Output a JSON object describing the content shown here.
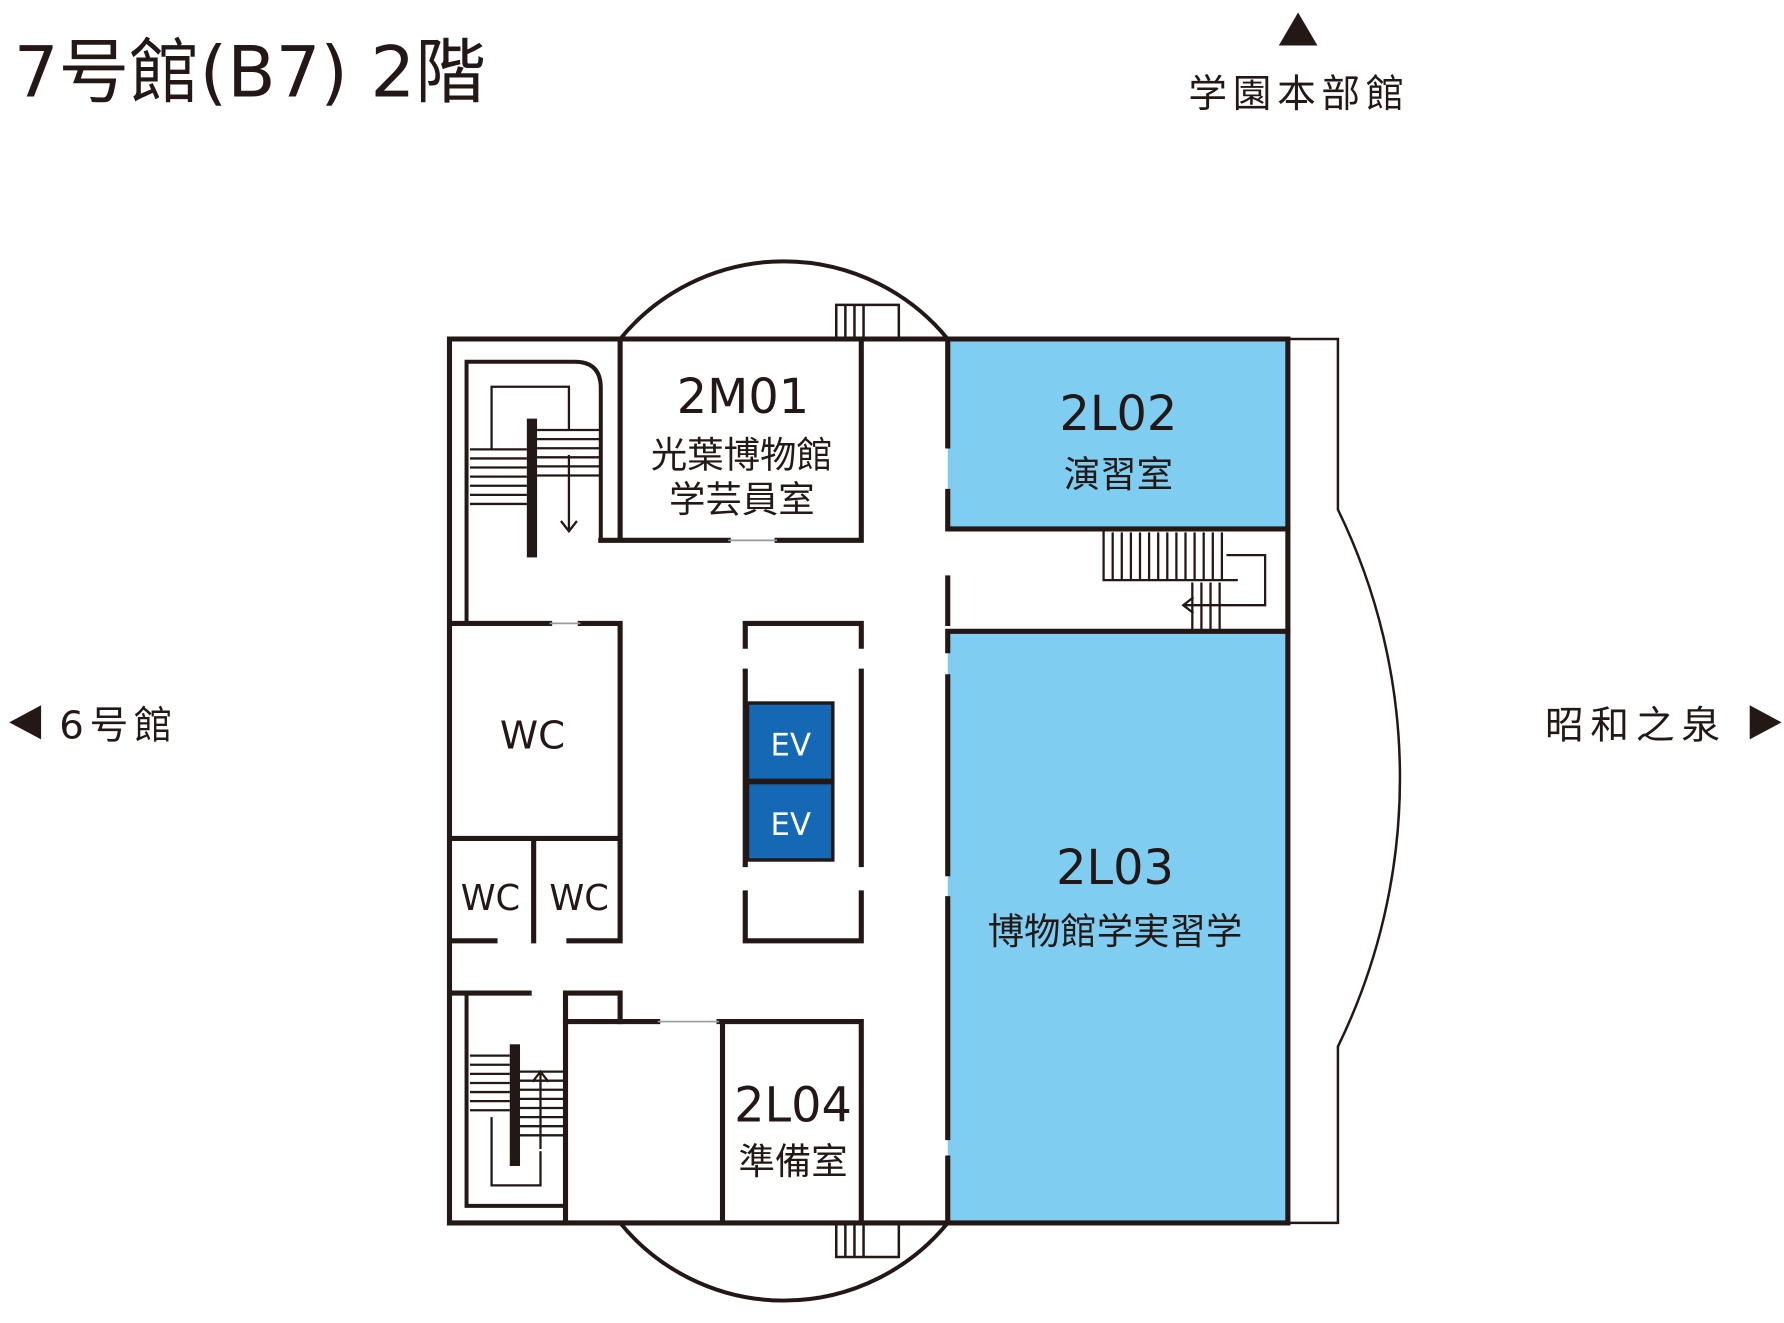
{
  "title": "7号館(B7) 2階",
  "directions": {
    "north": {
      "label": "学園本部館",
      "icon": "triangle-up-icon"
    },
    "west": {
      "label": "6号館",
      "icon": "triangle-left-icon"
    },
    "east": {
      "label": "昭和之泉",
      "icon": "triangle-right-icon"
    }
  },
  "rooms": {
    "r2m01": {
      "code": "2M01",
      "name_line1": "光葉博物館",
      "name_line2": "学芸員室"
    },
    "r2l02": {
      "code": "2L02",
      "name": "演習室"
    },
    "r2l03": {
      "code": "2L03",
      "name": "博物館学実習学"
    },
    "r2l04": {
      "code": "2L04",
      "name": "準備室"
    }
  },
  "restrooms": [
    "WC",
    "WC",
    "WC"
  ],
  "elevators": [
    "EV",
    "EV"
  ],
  "stair_icons": [
    "stairs-down-arrow-icon",
    "stairs-left-arrow-icon",
    "stairs-up-arrow-icon"
  ],
  "colors": {
    "lecture_room": "#80cdf2",
    "elevator": "#1468b4",
    "elevator_text": "#ffffff",
    "wall": "#231815",
    "background": "#ffffff"
  }
}
